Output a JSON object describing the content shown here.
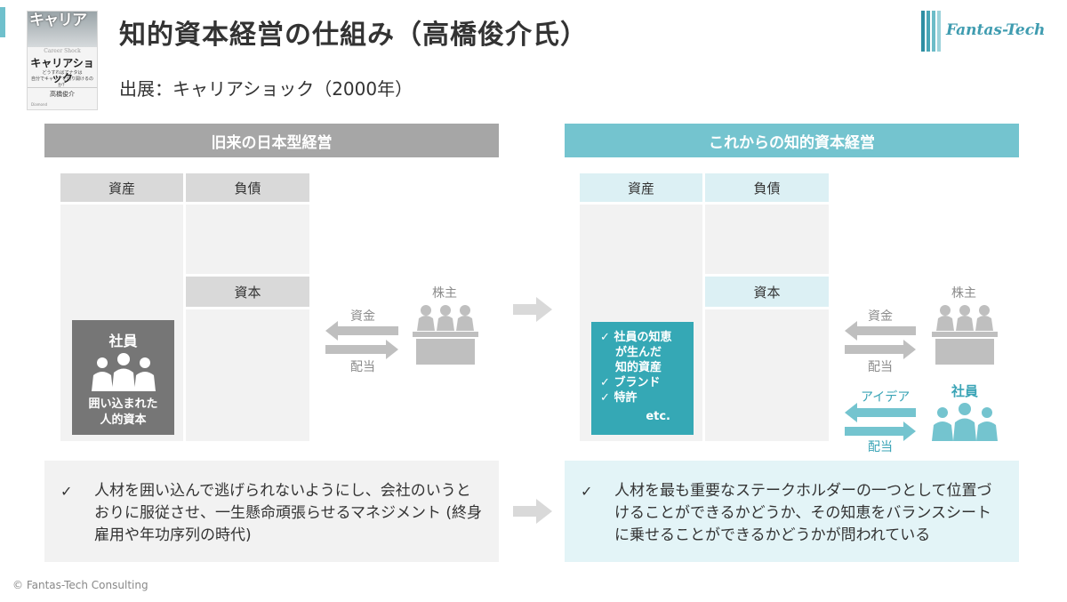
{
  "header": {
    "title": "知的資本経営の仕組み（高橋俊介氏）",
    "source": "出展：キャリアショック（2000年）",
    "logo_text": "Fantas-Tech",
    "accent_color": "#6fc0cc"
  },
  "book": {
    "title_top": "キャリア",
    "title_en": "Career Shock",
    "title_jp": "キャリアショック",
    "subtitle_1": "どうすればアナタは",
    "subtitle_2": "自分でキャリアを切り開けるのか？",
    "author": "高橋俊介",
    "publisher": "Diamond"
  },
  "old_model": {
    "header": "旧来の日本型経営",
    "bs": {
      "assets": "資産",
      "liabilities": "負債",
      "capital": "資本"
    },
    "employee_title": "社員",
    "employee_caption_1": "囲い込まれた",
    "employee_caption_2": "人的資本",
    "arrow_capital": "資金",
    "arrow_dividend": "配当",
    "shareholder": "株主",
    "note": "人材を囲い込んで逃げられないようにし、会社のいうとおりに服従させ、一生懸命頑張らせるマネジメント (終身雇用や年功序列の時代)"
  },
  "new_model": {
    "header": "これからの知的資本経営",
    "bs": {
      "assets": "資産",
      "liabilities": "負債",
      "capital": "資本"
    },
    "assets_items": [
      "社員の知恵",
      "が生んだ",
      "知的資産",
      "ブランド",
      "特許"
    ],
    "assets_etc": "etc.",
    "arrow_capital": "資金",
    "arrow_dividend": "配当",
    "shareholder": "株主",
    "arrow_idea": "アイデア",
    "arrow_dividend_2": "配当",
    "employee": "社員",
    "note": "人材を最も重要なステークホルダーの一つとして位置づけることができるかどうか、その知恵をバランスシートに乗せることができるかどうかが問われている"
  },
  "check_mark": "✓",
  "footer": {
    "copyright": "© Fantas-Tech Consulting"
  },
  "colors": {
    "old_header": "#a6a6a6",
    "new_header": "#74c4cf",
    "old_employee": "#767676",
    "new_assets": "#35a8b5",
    "teal_arrow": "#74c4cf",
    "gray_arrow": "#bfbfbf"
  }
}
